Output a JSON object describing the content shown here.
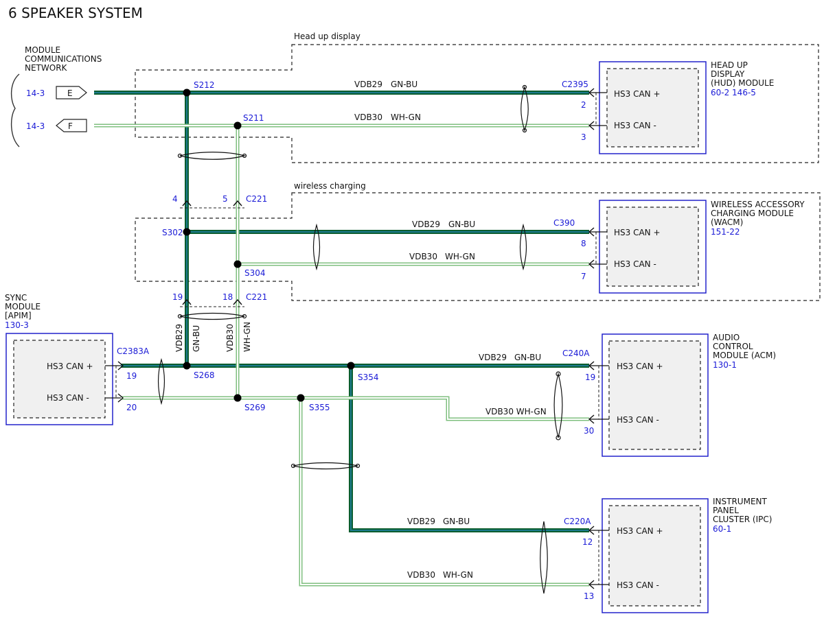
{
  "title": "6 SPEAKER SYSTEM",
  "colors": {
    "gn_bu_dark": "#0b5d2e",
    "gn_bu_light": "#1c7a8e",
    "wh_gn": "#7fbf7f",
    "ref_blue": "#1a1ad6",
    "box_border": "#2222cc",
    "box_fill": "#f0f0f0"
  },
  "zones": {
    "hud": "Head up display",
    "wireless": "wireless charging"
  },
  "mcn": {
    "label": [
      "MODULE",
      "COMMUNICATIONS",
      "NETWORK"
    ],
    "ref_e": "14-3",
    "ref_f": "14-3",
    "conn_e": "E",
    "conn_f": "F"
  },
  "hud": {
    "label": [
      "HEAD UP",
      "DISPLAY",
      "(HUD) MODULE"
    ],
    "ref": "60-2  146-5",
    "connector": "C2395",
    "pin_plus": "2",
    "pin_minus": "3",
    "sig_plus": "HS3 CAN +",
    "sig_minus": "HS3 CAN -"
  },
  "wacm": {
    "label": [
      "WIRELESS ACCESSORY",
      "CHARGING MODULE",
      "(WACM)"
    ],
    "ref": "151-22",
    "connector": "C390",
    "pin_plus": "8",
    "pin_minus": "7",
    "sig_plus": "HS3 CAN +",
    "sig_minus": "HS3 CAN -"
  },
  "sync": {
    "label": [
      "SYNC",
      "MODULE",
      "[APIM]"
    ],
    "ref": "130-3",
    "connector": "C2383A",
    "pin_plus": "19",
    "pin_minus": "20",
    "sig_plus": "HS3 CAN +",
    "sig_minus": "HS3 CAN -"
  },
  "acm": {
    "label": [
      "AUDIO",
      "CONTROL",
      "MODULE (ACM)"
    ],
    "ref": "130-1",
    "connector": "C240A",
    "pin_plus": "19",
    "pin_minus": "30",
    "sig_plus": "HS3 CAN +",
    "sig_minus": "HS3 CAN -"
  },
  "ipc": {
    "label": [
      "INSTRUMENT",
      "PANEL",
      "CLUSTER (IPC)"
    ],
    "ref": "60-1",
    "connector": "C220A",
    "pin_plus": "12",
    "pin_minus": "13",
    "sig_plus": "HS3 CAN +",
    "sig_minus": "HS3 CAN -"
  },
  "splices": {
    "s212": "S212",
    "s211": "S211",
    "s302": "S302",
    "s304": "S304",
    "s268": "S268",
    "s269": "S269",
    "s354": "S354",
    "s355": "S355"
  },
  "c221": {
    "name_upper": "C221",
    "name_lower": "C221",
    "pin_upper_plus": "4",
    "pin_upper_minus": "5",
    "pin_lower_plus": "19",
    "pin_lower_minus": "18"
  },
  "wires": {
    "plus_circuit": "VDB29",
    "plus_color": "GN-BU",
    "minus_circuit": "VDB30",
    "minus_color": "WH-GN",
    "acm_minus_label": "VDB30 WH-GN"
  }
}
